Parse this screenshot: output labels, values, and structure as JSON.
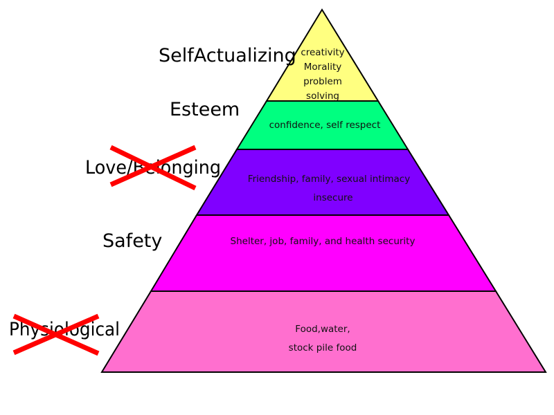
{
  "levels": [
    {
      "name": "SelfActualizing",
      "lines": [
        "creativity",
        "Morality",
        "problem",
        "solving"
      ],
      "color": "#ffff80",
      "crossed_out": false
    },
    {
      "name": "Esteem",
      "lines": [
        "confidence, self respect"
      ],
      "color": "#00ff80",
      "crossed_out": false
    },
    {
      "name": "Love/Belonging",
      "lines": [
        "Friendship, family, sexual intimacy",
        "insecure"
      ],
      "color": "#8000ff",
      "crossed_out": true
    },
    {
      "name": "Safety",
      "lines": [
        "Shelter, job, family, and health security"
      ],
      "color": "#ff00ff",
      "crossed_out": false
    },
    {
      "name": "Physiological",
      "lines": [
        "Food,water,",
        "stock pile food"
      ],
      "color": "#ff6fcf",
      "crossed_out": true
    }
  ],
  "cross_color": "#ff0000"
}
